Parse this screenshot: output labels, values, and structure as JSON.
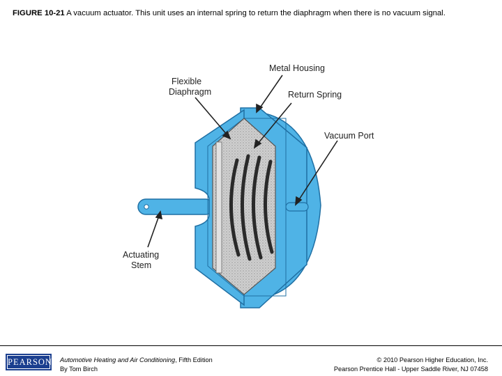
{
  "caption": {
    "figure_no": "FIGURE 10-21",
    "text": " A vacuum actuator. This unit uses an internal spring to return the diaphragm when there is no vacuum signal."
  },
  "diagram": {
    "labels": {
      "metal_housing": "Metal Housing",
      "flexible": "Flexible",
      "diaphragm": "Diaphragm",
      "return_spring": "Return Spring",
      "vacuum_port": "Vacuum Port",
      "actuating": "Actuating",
      "stem": "Stem"
    },
    "colors": {
      "housing": "#4fb3e6",
      "housing_outline": "#1f6fa3",
      "diaphragm": "#c9c9c9",
      "spring": "#2a2a2a"
    }
  },
  "footer": {
    "logo_text": "PEARSON",
    "book_title": "Automotive Heating and Air Conditioning",
    "book_edition": ", Fifth Edition",
    "author": "By Tom Birch",
    "copyright": "© 2010 Pearson Higher Education, Inc.",
    "publisher": "Pearson Prentice Hall - Upper Saddle River, NJ 07458"
  }
}
